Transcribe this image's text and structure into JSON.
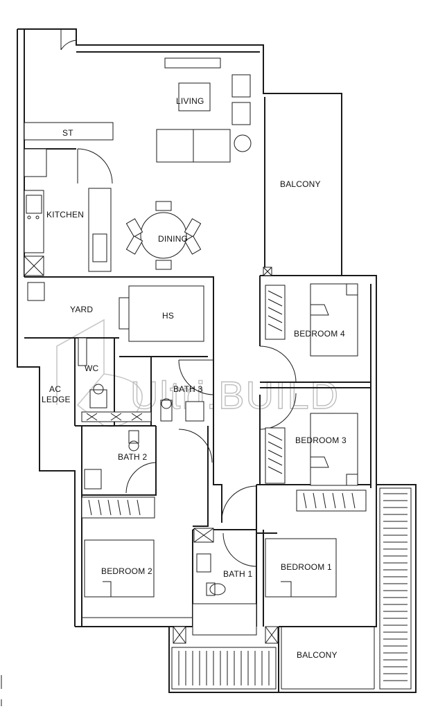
{
  "rooms": {
    "living": "LIVING",
    "st": "ST",
    "kitchen": "KITCHEN",
    "dining": "DINING",
    "balcony_top": "BALCONY",
    "yard": "YARD",
    "hs": "HS",
    "bedroom4": "BEDROOM 4",
    "wc": "WC",
    "bath3": "BATH 3",
    "ac_ledge_line1": "AC",
    "ac_ledge_line2": "LEDGE",
    "bedroom3": "BEDROOM 3",
    "bath2": "BATH 2",
    "bedroom2": "BEDROOM 2",
    "bath1": "BATH 1",
    "bedroom1": "BEDROOM 1",
    "balcony_bottom": "BALCONY"
  },
  "watermark": "Ultri.BUILD"
}
